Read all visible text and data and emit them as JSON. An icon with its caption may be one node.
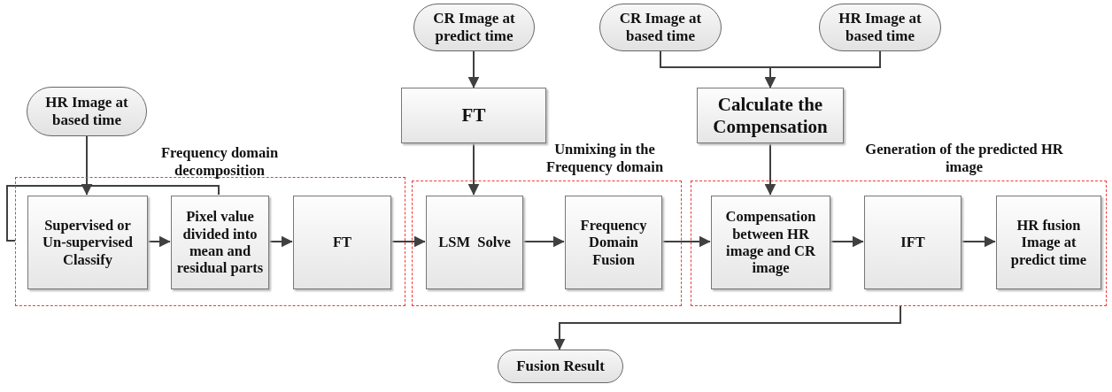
{
  "diagram": {
    "nodes": [
      {
        "text": [
          "HR Image at based time"
        ]
      },
      {
        "text": [
          "CR Image at predict time"
        ]
      },
      {
        "text": [
          "CR Image at based time"
        ]
      },
      {
        "text": [
          "HR Image at based time"
        ]
      },
      {
        "text": [
          "FT"
        ]
      },
      {
        "text": [
          "Calculate the Compensation"
        ]
      },
      {
        "text": [
          "Frequency domain decomposition"
        ]
      },
      {
        "text": [
          "Supervised or Un-supervised Classify"
        ],
        "in": 6
      },
      {
        "text": [
          "Pixel value divided into mean and residual parts"
        ],
        "in": 6
      },
      {
        "text": [
          "FT"
        ],
        "in": 6
      },
      {
        "text": [
          "Unmixing in the Frequency domain"
        ]
      },
      {
        "text": [
          "LSM  Solve"
        ],
        "in": 10
      },
      {
        "text": [
          "Frequency Domain Fusion"
        ],
        "in": 10
      },
      {
        "text": [
          "Generation of the predicted HR image"
        ]
      },
      {
        "text": [
          "Compensation between HR image and CR image"
        ],
        "in": 13
      },
      {
        "text": [
          "IFT"
        ],
        "in": 13
      },
      {
        "text": [
          "HR fusion Image at predict time"
        ],
        "in": 13
      },
      {
        "text": [
          "Fusion Result"
        ]
      }
    ],
    "edges": [
      {
        "from": 0,
        "to": 7,
        "arrow": "to"
      },
      {
        "from": 8,
        "to": 6,
        "arrow": "none"
      },
      {
        "from": 7,
        "to": 8,
        "arrow": "to"
      },
      {
        "from": 8,
        "to": 9,
        "arrow": "to"
      },
      {
        "from": 9,
        "to": 11,
        "arrow": "to"
      },
      {
        "from": 1,
        "to": 4,
        "arrow": "to"
      },
      {
        "from": 4,
        "to": 11,
        "arrow": "to"
      },
      {
        "from": 2,
        "to": 5,
        "arrow": "to"
      },
      {
        "from": 3,
        "to": 5,
        "arrow": "to"
      },
      {
        "from": 5,
        "to": 14,
        "arrow": "to"
      },
      {
        "from": 11,
        "to": 12,
        "arrow": "to"
      },
      {
        "from": 12,
        "to": 14,
        "arrow": "to"
      },
      {
        "from": 14,
        "to": 15,
        "arrow": "to"
      },
      {
        "from": 15,
        "to": 16,
        "arrow": "to"
      },
      {
        "from": 13,
        "to": 17,
        "arrow": "to"
      }
    ]
  }
}
